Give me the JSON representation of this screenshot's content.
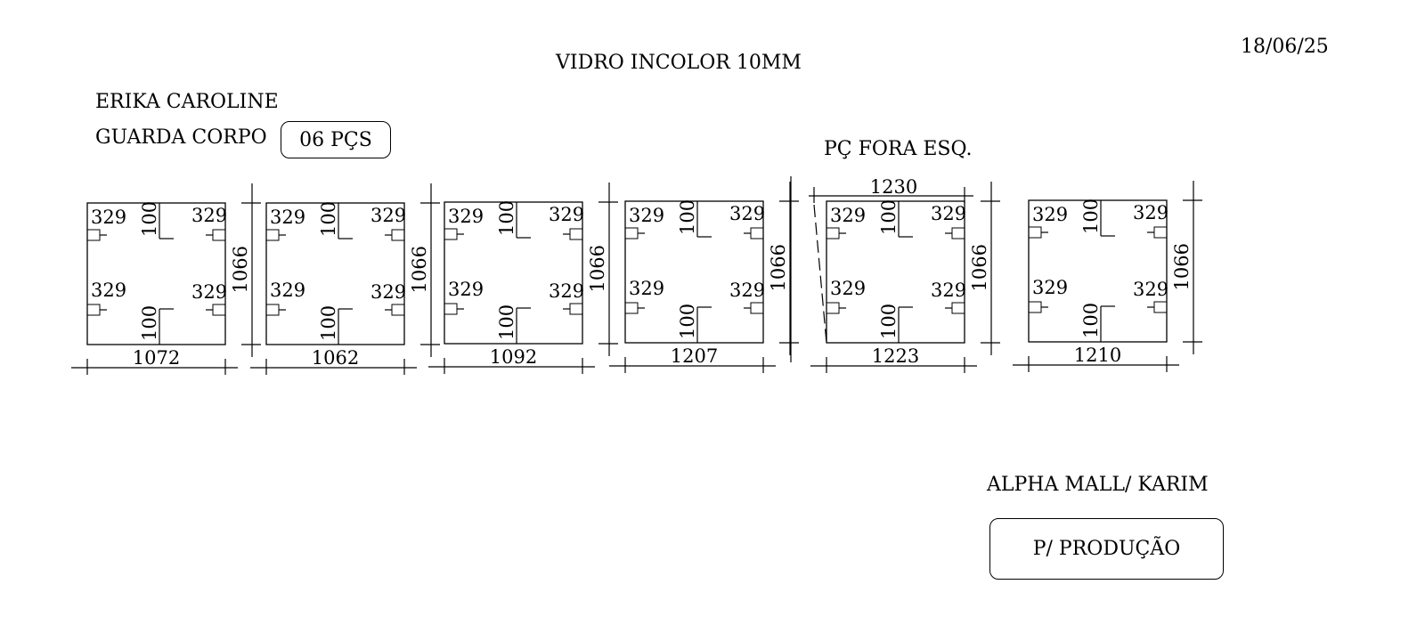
{
  "header": {
    "date": "18/06/25",
    "material": "VIDRO INCOLOR 10MM",
    "client": "ERIKA CAROLINE",
    "product": "GUARDA CORPO",
    "quantity": "06 PÇS"
  },
  "note_out_of_square": "PÇ FORA ESQ.",
  "panels": [
    {
      "width_bottom": "1072",
      "height": "1066",
      "hole_offset": "329",
      "notch": "100"
    },
    {
      "width_bottom": "1062",
      "height": "1066",
      "hole_offset": "329",
      "notch": "100"
    },
    {
      "width_bottom": "1092",
      "height": "1066",
      "hole_offset": "329",
      "notch": "100"
    },
    {
      "width_bottom": "1207",
      "height": "1066",
      "hole_offset": "329",
      "notch": "100"
    },
    {
      "width_top": "1230",
      "width_bottom": "1223",
      "height": "1066",
      "hole_offset": "329",
      "notch": "100"
    },
    {
      "width_bottom": "1210",
      "height": "1066",
      "hole_offset": "329",
      "notch": "100"
    }
  ],
  "footer": {
    "project": "ALPHA MALL/ KARIM",
    "status": "P/ PRODUÇÃO"
  }
}
